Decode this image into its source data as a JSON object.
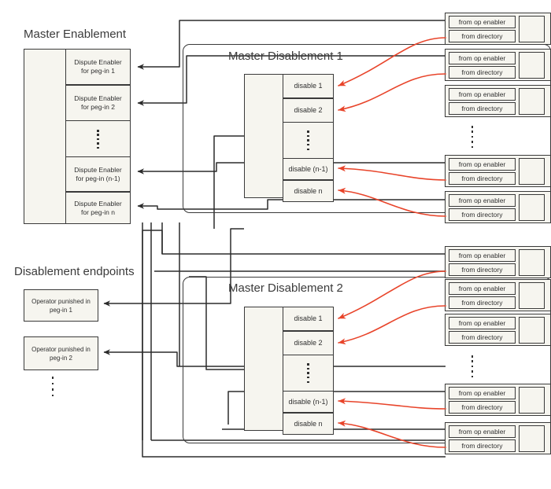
{
  "diagram": {
    "title_master_enablement": "Master Enablement",
    "title_master_disablement_1": "Master Disablement 1",
    "title_master_disablement_2": "Master Disablement 2",
    "title_disablement_endpoints": "Disablement endpoints",
    "colors": {
      "box_fill": "#f6f5ef",
      "box_stroke": "#3a3a3a",
      "text": "#2f2f2f",
      "title_text": "#3b3b3b",
      "black_connector": "#2b2b2b",
      "red_connector": "#e8442a",
      "background": "#ffffff"
    }
  },
  "master_enablement": {
    "title": "Master Enablement",
    "rows": [
      {
        "label": "Dispute Enabler for peg-in 1"
      },
      {
        "label": "Dispute Enabler for peg-in 2"
      },
      {
        "label": "⋮"
      },
      {
        "label": "Dispute Enabler for peg-in (n-1)"
      },
      {
        "label": "Dispute Enabler for peg-in n"
      }
    ],
    "row_lines": [
      [
        "Dispute Enabler",
        "for peg-in 1"
      ],
      [
        "Dispute Enabler",
        "for peg-in 2"
      ],
      [
        "Dispute Enabler",
        "for peg-in (n-1)"
      ],
      [
        "Dispute Enabler",
        "for peg-in n"
      ]
    ]
  },
  "master_disablement_1": {
    "title": "Master Disablement 1",
    "rows": [
      "disable 1",
      "disable 2",
      "⋮",
      "disable (n-1)",
      "disable n"
    ]
  },
  "master_disablement_2": {
    "title": "Master Disablement 2",
    "rows": [
      "disable 1",
      "disable 2",
      "⋮",
      "disable (n-1)",
      "disable n"
    ]
  },
  "disablement_endpoints": {
    "title": "Disablement endpoints",
    "boxes": [
      [
        "Operator punished in",
        "peg-in 1"
      ],
      [
        "Operator punished in",
        "peg-in 2"
      ]
    ],
    "ellipsis": "⋮"
  },
  "sources": {
    "op_enabler_label": "from op enabler",
    "directory_label": "from directory",
    "group_top": [
      {
        "op_enabler": "from op enabler",
        "directory": "from directory"
      },
      {
        "op_enabler": "from op enabler",
        "directory": "from directory"
      },
      {
        "op_enabler": "from op enabler",
        "directory": "from directory"
      },
      {
        "op_enabler": "from op enabler",
        "directory": "from directory"
      },
      {
        "op_enabler": "from op enabler",
        "directory": "from directory"
      }
    ],
    "group_bottom": [
      {
        "op_enabler": "from op enabler",
        "directory": "from directory"
      },
      {
        "op_enabler": "from op enabler",
        "directory": "from directory"
      },
      {
        "op_enabler": "from op enabler",
        "directory": "from directory"
      },
      {
        "op_enabler": "from op enabler",
        "directory": "from directory"
      },
      {
        "op_enabler": "from op enabler",
        "directory": "from directory"
      }
    ]
  }
}
